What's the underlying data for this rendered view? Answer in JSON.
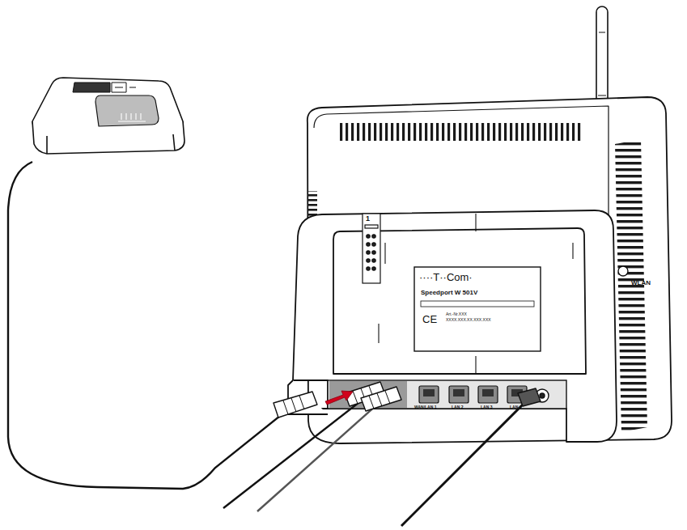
{
  "diagram": {
    "labels": [
      "1",
      "····T··Com·",
      "Speedport W 501V",
      "CE",
      "Art.-Nr.XXX",
      "XXXX.XXX.XX.XXX.XXX",
      "WLAN",
      "WAN/LAN 1",
      "LAN 2",
      "LAN 3",
      "LAN 4"
    ]
  }
}
